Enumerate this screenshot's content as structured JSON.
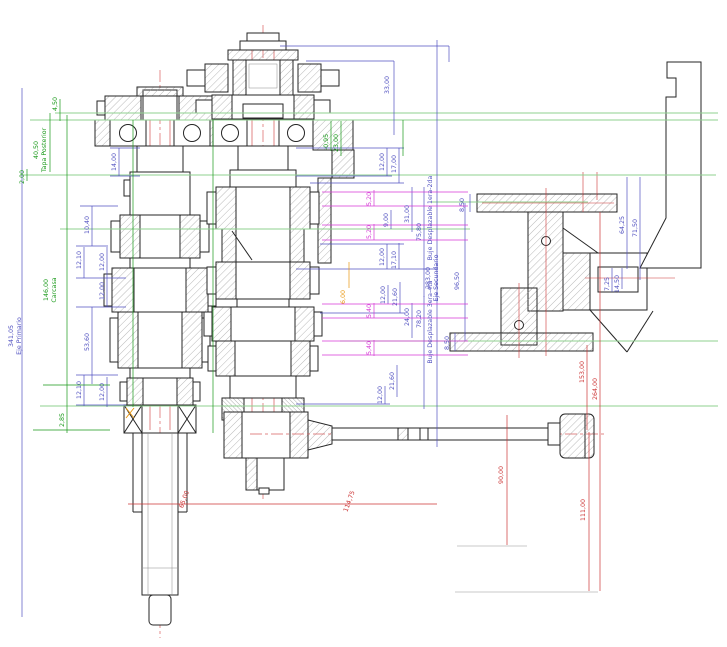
{
  "title": "gearbox shafts sectional assembly drawing",
  "colors": {
    "blue": "#5050c0",
    "green": "#189918",
    "cons": "#8fd08f",
    "magenta": "#d638d6",
    "red": "#cc3434",
    "orange": "#e8960f",
    "gray": "#b8b8b8"
  },
  "part_callouts": {
    "primary_shaft": "Eje Primario",
    "secondary_shaft": "Eje Secundario",
    "casing": "Carcasa",
    "rear_cover": "Tapa Posterior",
    "sliding_bush_12": "Buje Desplazable 1era-2da",
    "sliding_bush_34": "Buje Desplazable 3era-4ta"
  },
  "dim_labels": [
    [
      "4,50",
      57,
      104,
      -90,
      "green"
    ],
    [
      "40,50",
      38,
      150,
      -90,
      "green"
    ],
    [
      "Tapa Posterior",
      46,
      150,
      -90,
      "green"
    ],
    [
      "2,00",
      24,
      177,
      -90,
      "green"
    ],
    [
      "146,00",
      48,
      290,
      -90,
      "green"
    ],
    [
      "Carcasa",
      56,
      290,
      -90,
      "green"
    ],
    [
      "2,85",
      64,
      420,
      -90,
      "green"
    ],
    [
      "-0,95",
      328,
      142,
      -90,
      "green"
    ],
    [
      "23,00",
      338,
      143,
      -90,
      "green"
    ],
    [
      "6,00",
      345,
      297,
      -90,
      "orange"
    ],
    [
      "341,05",
      13,
      336,
      -90,
      "blue"
    ],
    [
      "Eje Primario",
      21,
      336,
      -90,
      "blue"
    ],
    [
      "14,00",
      116,
      162,
      -90,
      "blue"
    ],
    [
      "10,40",
      89,
      225,
      -90,
      "blue"
    ],
    [
      "12,10",
      81,
      260,
      -90,
      "blue"
    ],
    [
      "12,00",
      104,
      262,
      -90,
      "blue"
    ],
    [
      "12,00",
      104,
      291,
      -90,
      "blue"
    ],
    [
      "53,60",
      89,
      342,
      -90,
      "blue"
    ],
    [
      "12,10",
      81,
      390,
      -90,
      "blue"
    ],
    [
      "12,00",
      104,
      392,
      -90,
      "blue"
    ],
    [
      "33,00",
      389,
      85,
      -90,
      "blue"
    ],
    [
      "12,00",
      384,
      162,
      -90,
      "blue"
    ],
    [
      "17,00",
      396,
      164,
      -90,
      "blue"
    ],
    [
      "5,20",
      371,
      199,
      -90,
      "magenta"
    ],
    [
      "5,20",
      371,
      232,
      -90,
      "magenta"
    ],
    [
      "9,00",
      388,
      220,
      -90,
      "blue"
    ],
    [
      "31,00",
      409,
      214,
      -90,
      "blue"
    ],
    [
      "75,80",
      421,
      232,
      -90,
      "blue"
    ],
    [
      "Buje Desplazable 1era-2da",
      432,
      218,
      -90,
      "blue"
    ],
    [
      "12,00",
      384,
      257,
      -90,
      "blue"
    ],
    [
      "17,10",
      396,
      260,
      -90,
      "blue"
    ],
    [
      "12,00",
      385,
      295,
      -90,
      "blue"
    ],
    [
      "21,60",
      397,
      297,
      -90,
      "blue"
    ],
    [
      "5,40",
      371,
      311,
      -90,
      "magenta"
    ],
    [
      "5,40",
      371,
      348,
      -90,
      "magenta"
    ],
    [
      "24,00",
      409,
      317,
      -90,
      "blue"
    ],
    [
      "78,20",
      421,
      319,
      -90,
      "blue"
    ],
    [
      "Buje Desplazable 3era-4ta",
      432,
      322,
      -90,
      "blue"
    ],
    [
      "21,60",
      394,
      381,
      -90,
      "blue"
    ],
    [
      "12,00",
      382,
      395,
      -90,
      "blue"
    ],
    [
      "283,00",
      430,
      278,
      -90,
      "blue"
    ],
    [
      "Eje Secundario",
      438,
      278,
      -90,
      "blue"
    ],
    [
      "96,50",
      459,
      281,
      -90,
      "blue"
    ],
    [
      "8,50",
      464,
      205,
      -90,
      "blue"
    ],
    [
      "8,50",
      449,
      343,
      -90,
      "blue"
    ],
    [
      "64,25",
      624,
      225,
      -90,
      "blue"
    ],
    [
      "71,50",
      637,
      228,
      -90,
      "blue"
    ],
    [
      "7,25",
      609,
      284,
      -90,
      "blue"
    ],
    [
      "14,50",
      619,
      284,
      -90,
      "blue"
    ],
    [
      "65,00",
      186,
      500,
      -70,
      "red"
    ],
    [
      "114,75",
      351,
      502,
      -70,
      "red"
    ],
    [
      "90,00",
      503,
      475,
      -90,
      "red"
    ],
    [
      "111,00",
      585,
      510,
      -90,
      "red"
    ],
    [
      "153,00",
      584,
      372,
      -90,
      "red"
    ],
    [
      "264,00",
      597,
      389,
      -90,
      "red"
    ]
  ],
  "dim_lines": [
    [
      55,
      113,
      718,
      113,
      "cons"
    ],
    [
      30,
      120,
      718,
      120,
      "cons"
    ],
    [
      20,
      175,
      716,
      175,
      "cons"
    ],
    [
      430,
      202,
      588,
      202,
      "cons"
    ],
    [
      60,
      229,
      470,
      229,
      "cons"
    ],
    [
      340,
      341,
      718,
      341,
      "cons"
    ],
    [
      40,
      406,
      718,
      406,
      "cons"
    ],
    [
      22,
      88,
      22,
      617,
      "blue"
    ],
    [
      119,
      148,
      119,
      176,
      "blue"
    ],
    [
      92,
      206,
      92,
      246,
      "blue"
    ],
    [
      84,
      247,
      84,
      278,
      "blue"
    ],
    [
      107,
      247,
      107,
      307,
      "blue"
    ],
    [
      92,
      307,
      92,
      384,
      "blue"
    ],
    [
      84,
      375,
      84,
      406,
      "blue"
    ],
    [
      107,
      377,
      107,
      407,
      "blue"
    ],
    [
      387,
      148,
      387,
      176,
      "blue"
    ],
    [
      399,
      148,
      399,
      183,
      "blue"
    ],
    [
      391,
      210,
      391,
      229,
      "blue"
    ],
    [
      412,
      187,
      412,
      232,
      "blue"
    ],
    [
      424,
      187,
      424,
      297,
      "blue"
    ],
    [
      387,
      244,
      387,
      269,
      "blue"
    ],
    [
      399,
      243,
      399,
      269,
      "blue"
    ],
    [
      388,
      285,
      388,
      304,
      "blue"
    ],
    [
      400,
      282,
      400,
      313,
      "blue"
    ],
    [
      412,
      303,
      412,
      338,
      "blue"
    ],
    [
      424,
      296,
      424,
      409,
      "blue"
    ],
    [
      397,
      365,
      397,
      397,
      "blue"
    ],
    [
      385,
      386,
      385,
      404,
      "blue"
    ],
    [
      394,
      61,
      394,
      135,
      "blue"
    ],
    [
      437,
      40,
      437,
      447,
      "blue"
    ],
    [
      465,
      203,
      465,
      341,
      "blue"
    ],
    [
      470,
      194,
      470,
      212,
      "blue"
    ],
    [
      455,
      333,
      455,
      351,
      "blue"
    ],
    [
      627,
      177,
      627,
      269,
      "blue"
    ],
    [
      640,
      177,
      640,
      280,
      "blue"
    ],
    [
      612,
      268,
      612,
      292,
      "blue"
    ],
    [
      622,
      268,
      622,
      289,
      "blue"
    ],
    [
      306,
      61,
      394,
      61,
      "blue"
    ],
    [
      280,
      46,
      449,
      46,
      "blue"
    ],
    [
      449,
      46,
      449,
      62,
      "blue"
    ],
    [
      296,
      148,
      404,
      148,
      "blue"
    ],
    [
      296,
      176,
      392,
      176,
      "blue"
    ],
    [
      310,
      183,
      404,
      183,
      "blue"
    ],
    [
      320,
      244,
      404,
      244,
      "blue"
    ],
    [
      296,
      269,
      437,
      269,
      "blue"
    ],
    [
      320,
      313,
      405,
      313,
      "blue"
    ],
    [
      296,
      404,
      390,
      404,
      "blue"
    ],
    [
      118,
      206,
      80,
      206,
      "blue"
    ],
    [
      108,
      246,
      76,
      246,
      "blue"
    ],
    [
      126,
      278,
      76,
      278,
      "blue"
    ],
    [
      126,
      307,
      76,
      307,
      "blue"
    ],
    [
      118,
      375,
      76,
      375,
      "blue"
    ],
    [
      126,
      405,
      76,
      405,
      "blue"
    ],
    [
      140,
      148,
      110,
      148,
      "blue"
    ],
    [
      140,
      176,
      110,
      176,
      "blue"
    ],
    [
      374,
      190,
      374,
      206,
      "magenta"
    ],
    [
      374,
      224,
      374,
      240,
      "magenta"
    ],
    [
      374,
      303,
      374,
      318,
      "magenta"
    ],
    [
      374,
      340,
      374,
      356,
      "magenta"
    ],
    [
      322,
      192,
      468,
      192,
      "magenta"
    ],
    [
      322,
      206,
      468,
      206,
      "magenta"
    ],
    [
      322,
      225,
      468,
      225,
      "magenta"
    ],
    [
      322,
      240,
      468,
      240,
      "magenta"
    ],
    [
      322,
      304,
      468,
      304,
      "magenta"
    ],
    [
      322,
      318,
      468,
      318,
      "magenta"
    ],
    [
      322,
      341,
      468,
      341,
      "magenta"
    ],
    [
      322,
      355,
      468,
      355,
      "magenta"
    ],
    [
      50,
      113,
      50,
      172,
      "green"
    ],
    [
      60,
      99,
      60,
      121,
      "green"
    ],
    [
      27,
      169,
      27,
      181,
      "green"
    ],
    [
      67,
      115,
      67,
      433,
      "green"
    ],
    [
      341,
      121,
      341,
      156,
      "green"
    ],
    [
      331,
      121,
      331,
      151,
      "green"
    ],
    [
      403,
      120,
      403,
      156,
      "green"
    ],
    [
      133,
      120,
      133,
      407,
      "green"
    ],
    [
      213,
      120,
      213,
      433,
      "green"
    ],
    [
      33,
      430,
      110,
      430,
      "green"
    ],
    [
      43,
      385,
      110,
      385,
      "green"
    ],
    [
      349,
      262,
      349,
      288,
      "orange"
    ],
    [
      128,
      504,
      437,
      504,
      "red"
    ],
    [
      507,
      415,
      507,
      545,
      "red"
    ],
    [
      589,
      432,
      589,
      591,
      "red"
    ],
    [
      587,
      345,
      587,
      430,
      "red"
    ],
    [
      600,
      212,
      600,
      591,
      "red"
    ],
    [
      457,
      546,
      527,
      546,
      "gray"
    ],
    [
      455,
      592,
      598,
      592,
      "gray"
    ]
  ]
}
